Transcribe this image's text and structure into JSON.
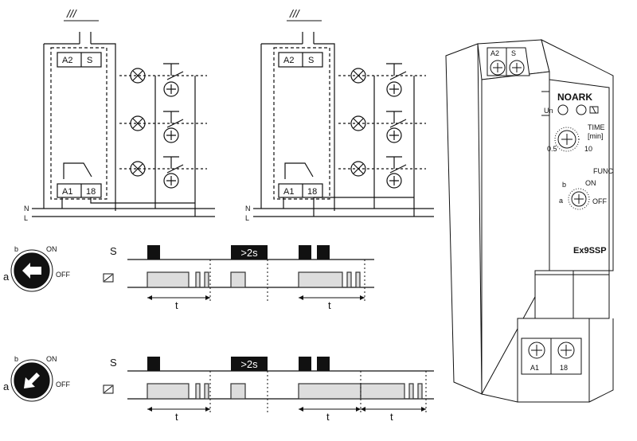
{
  "wiring": {
    "conductor_marks": "///",
    "terminals_top": [
      "A2",
      "S"
    ],
    "terminals_bottom": [
      "A1",
      "18"
    ],
    "line_labels": [
      "N",
      "L"
    ]
  },
  "selector": {
    "positions": [
      "a",
      "b",
      "ON",
      "OFF"
    ]
  },
  "timing": {
    "signal_label": "S",
    "hold_label": ">2s",
    "delay_label": "t"
  },
  "device": {
    "brand": "NOARK",
    "top_terminals": [
      "A2",
      "S"
    ],
    "bottom_terminals": [
      "A1",
      "18"
    ],
    "indicator_un": "Un",
    "time_label": "TIME",
    "time_unit": "[min]",
    "time_min": "0.5",
    "time_max": "10",
    "func_label": "FUNC",
    "func_positions": [
      "a",
      "b",
      "ON",
      "OFF"
    ],
    "model": "Ex9SSP"
  }
}
